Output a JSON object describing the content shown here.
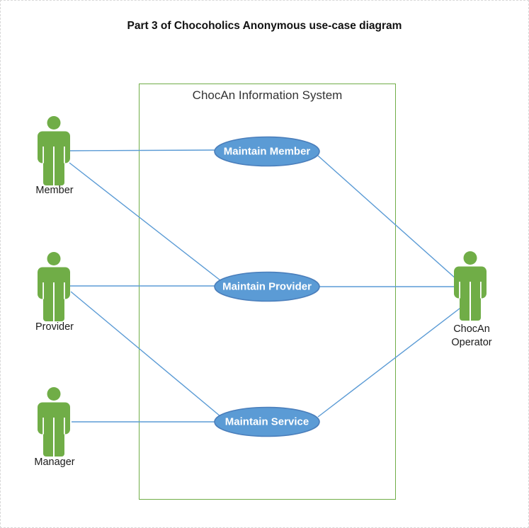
{
  "title": "Part 3 of Chocoholics Anonymous use-case diagram",
  "system": {
    "label": "ChocAn Information System"
  },
  "use_cases": [
    {
      "id": "maintain-member",
      "label": "Maintain Member"
    },
    {
      "id": "maintain-provider",
      "label": "Maintain Provider"
    },
    {
      "id": "maintain-service",
      "label": "Maintain Service"
    }
  ],
  "actors": [
    {
      "id": "member",
      "label": "Member"
    },
    {
      "id": "provider",
      "label": "Provider"
    },
    {
      "id": "manager",
      "label": "Manager"
    },
    {
      "id": "chocan-operator",
      "label": "ChocAn Operator"
    }
  ],
  "associations": [
    {
      "from": "Member",
      "to": "Maintain Member"
    },
    {
      "from": "Member",
      "to": "Maintain Provider"
    },
    {
      "from": "Provider",
      "to": "Maintain Provider"
    },
    {
      "from": "Provider",
      "to": "Maintain Service"
    },
    {
      "from": "Manager",
      "to": "Maintain Service"
    },
    {
      "from": "ChocAn Operator",
      "to": "Maintain Member"
    },
    {
      "from": "ChocAn Operator",
      "to": "Maintain Provider"
    },
    {
      "from": "ChocAn Operator",
      "to": "Maintain Service"
    }
  ],
  "colors": {
    "actor_green": "#70AD47",
    "boundary_border": "#70AD47",
    "use_case_fill": "#5B9BD5",
    "use_case_border": "#4A7EBB",
    "use_case_text": "#FFFFFF",
    "connector": "#5B9BD5",
    "title_text": "#111111",
    "label_text": "#1A1A1A"
  }
}
